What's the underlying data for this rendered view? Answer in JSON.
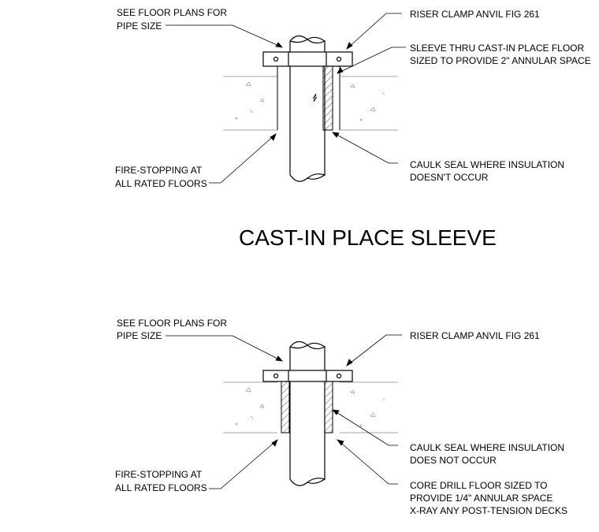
{
  "title": "CAST-IN PLACE SLEEVE",
  "detail_top": {
    "labels": {
      "pipe_size_1": "SEE FLOOR PLANS FOR",
      "pipe_size_2": "PIPE SIZE",
      "riser_clamp": "RISER CLAMP ANVIL FIG 261",
      "sleeve_1": "SLEEVE THRU CAST-IN PLACE FLOOR",
      "sleeve_2": "SIZED TO PROVIDE 2\" ANNULAR SPACE",
      "fire_1": "FIRE-STOPPING AT",
      "fire_2": "ALL RATED FLOORS",
      "caulk_1": "CAULK SEAL WHERE INSULATION",
      "caulk_2": "DOESN'T OCCUR"
    }
  },
  "detail_bottom": {
    "labels": {
      "pipe_size_1": "SEE FLOOR PLANS FOR",
      "pipe_size_2": "PIPE SIZE",
      "riser_clamp": "RISER CLAMP ANVIL FIG 261",
      "caulk_1": "CAULK SEAL WHERE INSULATION",
      "caulk_2": "DOES NOT OCCUR",
      "fire_1": "FIRE-STOPPING AT",
      "fire_2": "ALL RATED FLOORS",
      "core_1": "CORE DRILL FLOOR SIZED TO",
      "core_2": "PROVIDE 1/4\" ANNULAR SPACE",
      "core_3": "X-RAY ANY POST-TENSION DECKS"
    }
  }
}
